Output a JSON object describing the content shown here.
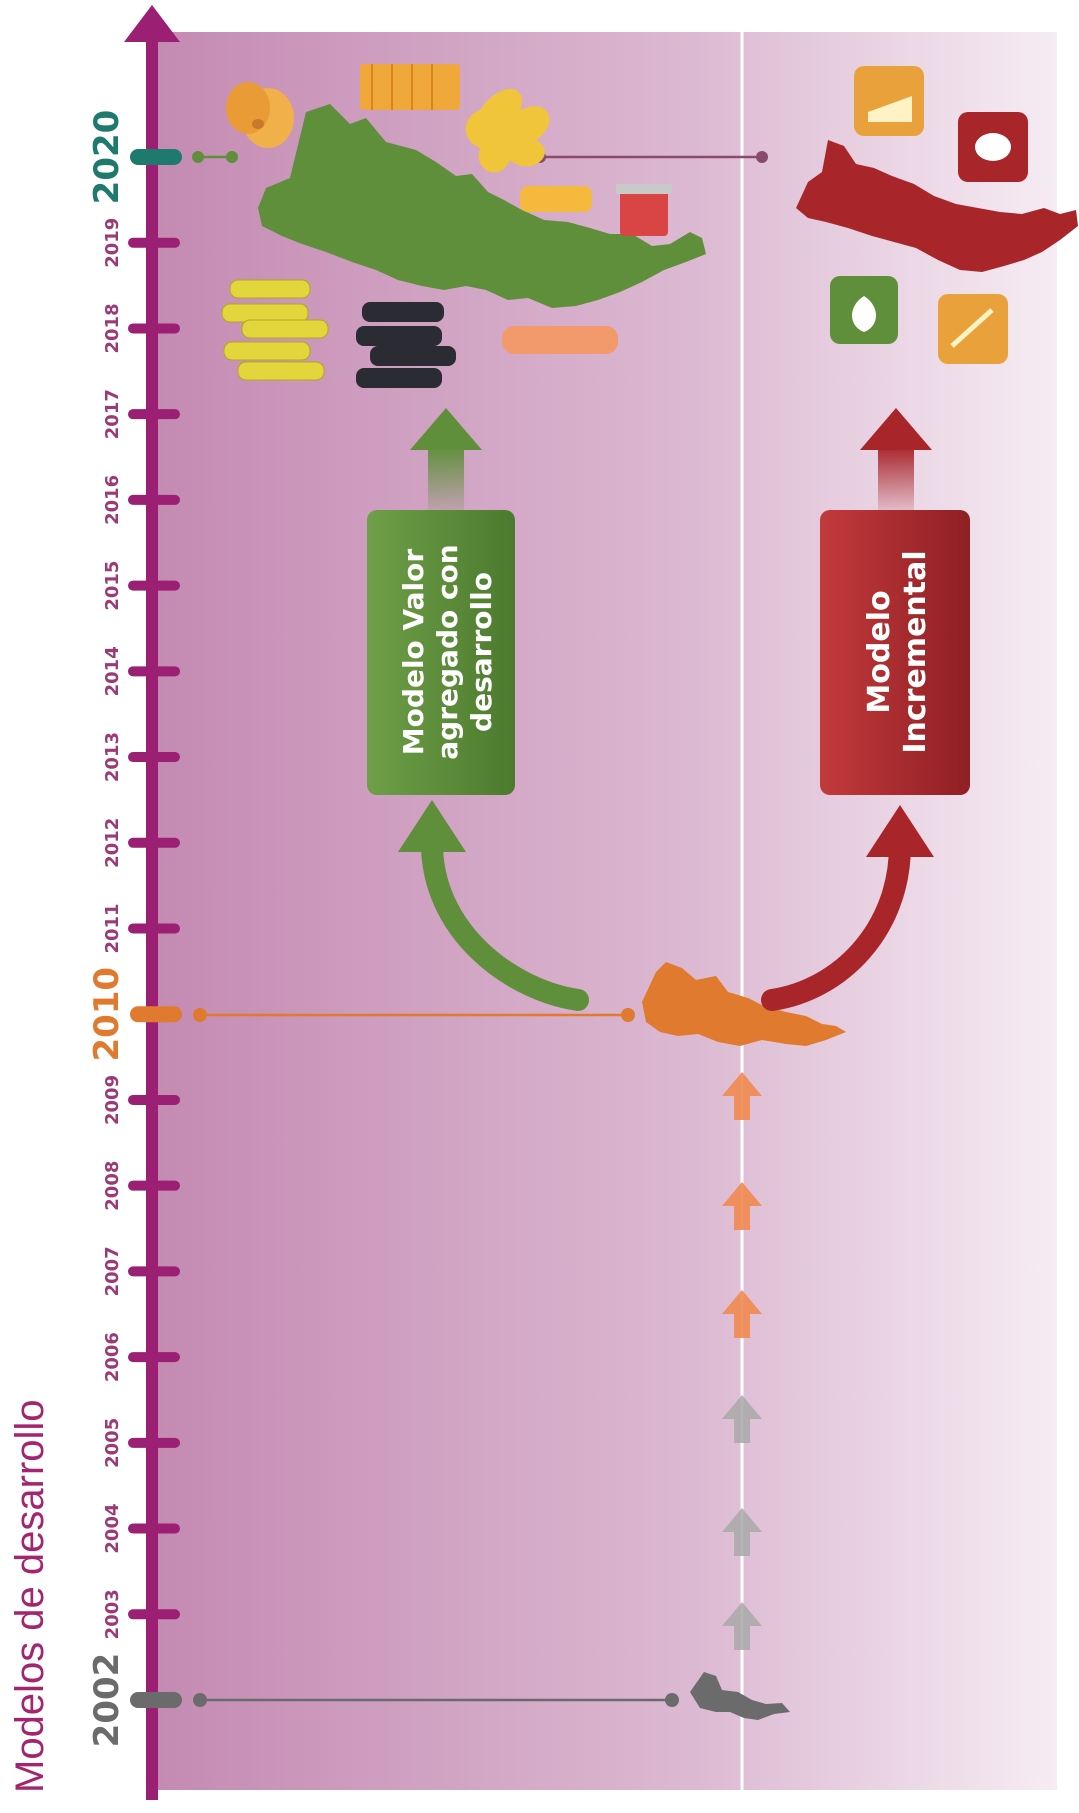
{
  "title": "Modelos de desarrollo",
  "years": [
    {
      "label": "2002",
      "major": true,
      "color": "#6b6b6b"
    },
    {
      "label": "2003",
      "major": false
    },
    {
      "label": "2004",
      "major": false
    },
    {
      "label": "2005",
      "major": false
    },
    {
      "label": "2006",
      "major": false
    },
    {
      "label": "2007",
      "major": false
    },
    {
      "label": "2008",
      "major": false
    },
    {
      "label": "2009",
      "major": false
    },
    {
      "label": "2010",
      "major": true,
      "color": "#e07a2e"
    },
    {
      "label": "2011",
      "major": false
    },
    {
      "label": "2012",
      "major": false
    },
    {
      "label": "2013",
      "major": false
    },
    {
      "label": "2014",
      "major": false
    },
    {
      "label": "2015",
      "major": false
    },
    {
      "label": "2016",
      "major": false
    },
    {
      "label": "2017",
      "major": false
    },
    {
      "label": "2018",
      "major": false
    },
    {
      "label": "2019",
      "major": false
    },
    {
      "label": "2020",
      "major": true,
      "color": "#1f7a6e"
    }
  ],
  "models": {
    "green_line1": "Modelo Valor",
    "green_line2": "agregado con",
    "green_line3": "desarrollo",
    "red_line1": "Modelo",
    "red_line2": "Incremental"
  },
  "colors": {
    "axis": "#9b1f72",
    "minor_year": "#9b3a74",
    "green": "#5f8f3b",
    "red": "#a8262a",
    "orange": "#e07a2e",
    "gray": "#6b6b6b",
    "teal": "#1f7a6e",
    "bg_left": "#c98fb7",
    "bg_right": "#f4e8f1"
  },
  "icons": [
    "cookie-icon",
    "crackers-icon",
    "pasta-icon",
    "cheese-snack-icon",
    "jam-jar-icon",
    "white-wine-bottles-icon",
    "red-wine-bottles-icon",
    "rose-bottle-icon",
    "cheese-icon",
    "meat-icon",
    "leaf-icon",
    "wheat-icon"
  ]
}
